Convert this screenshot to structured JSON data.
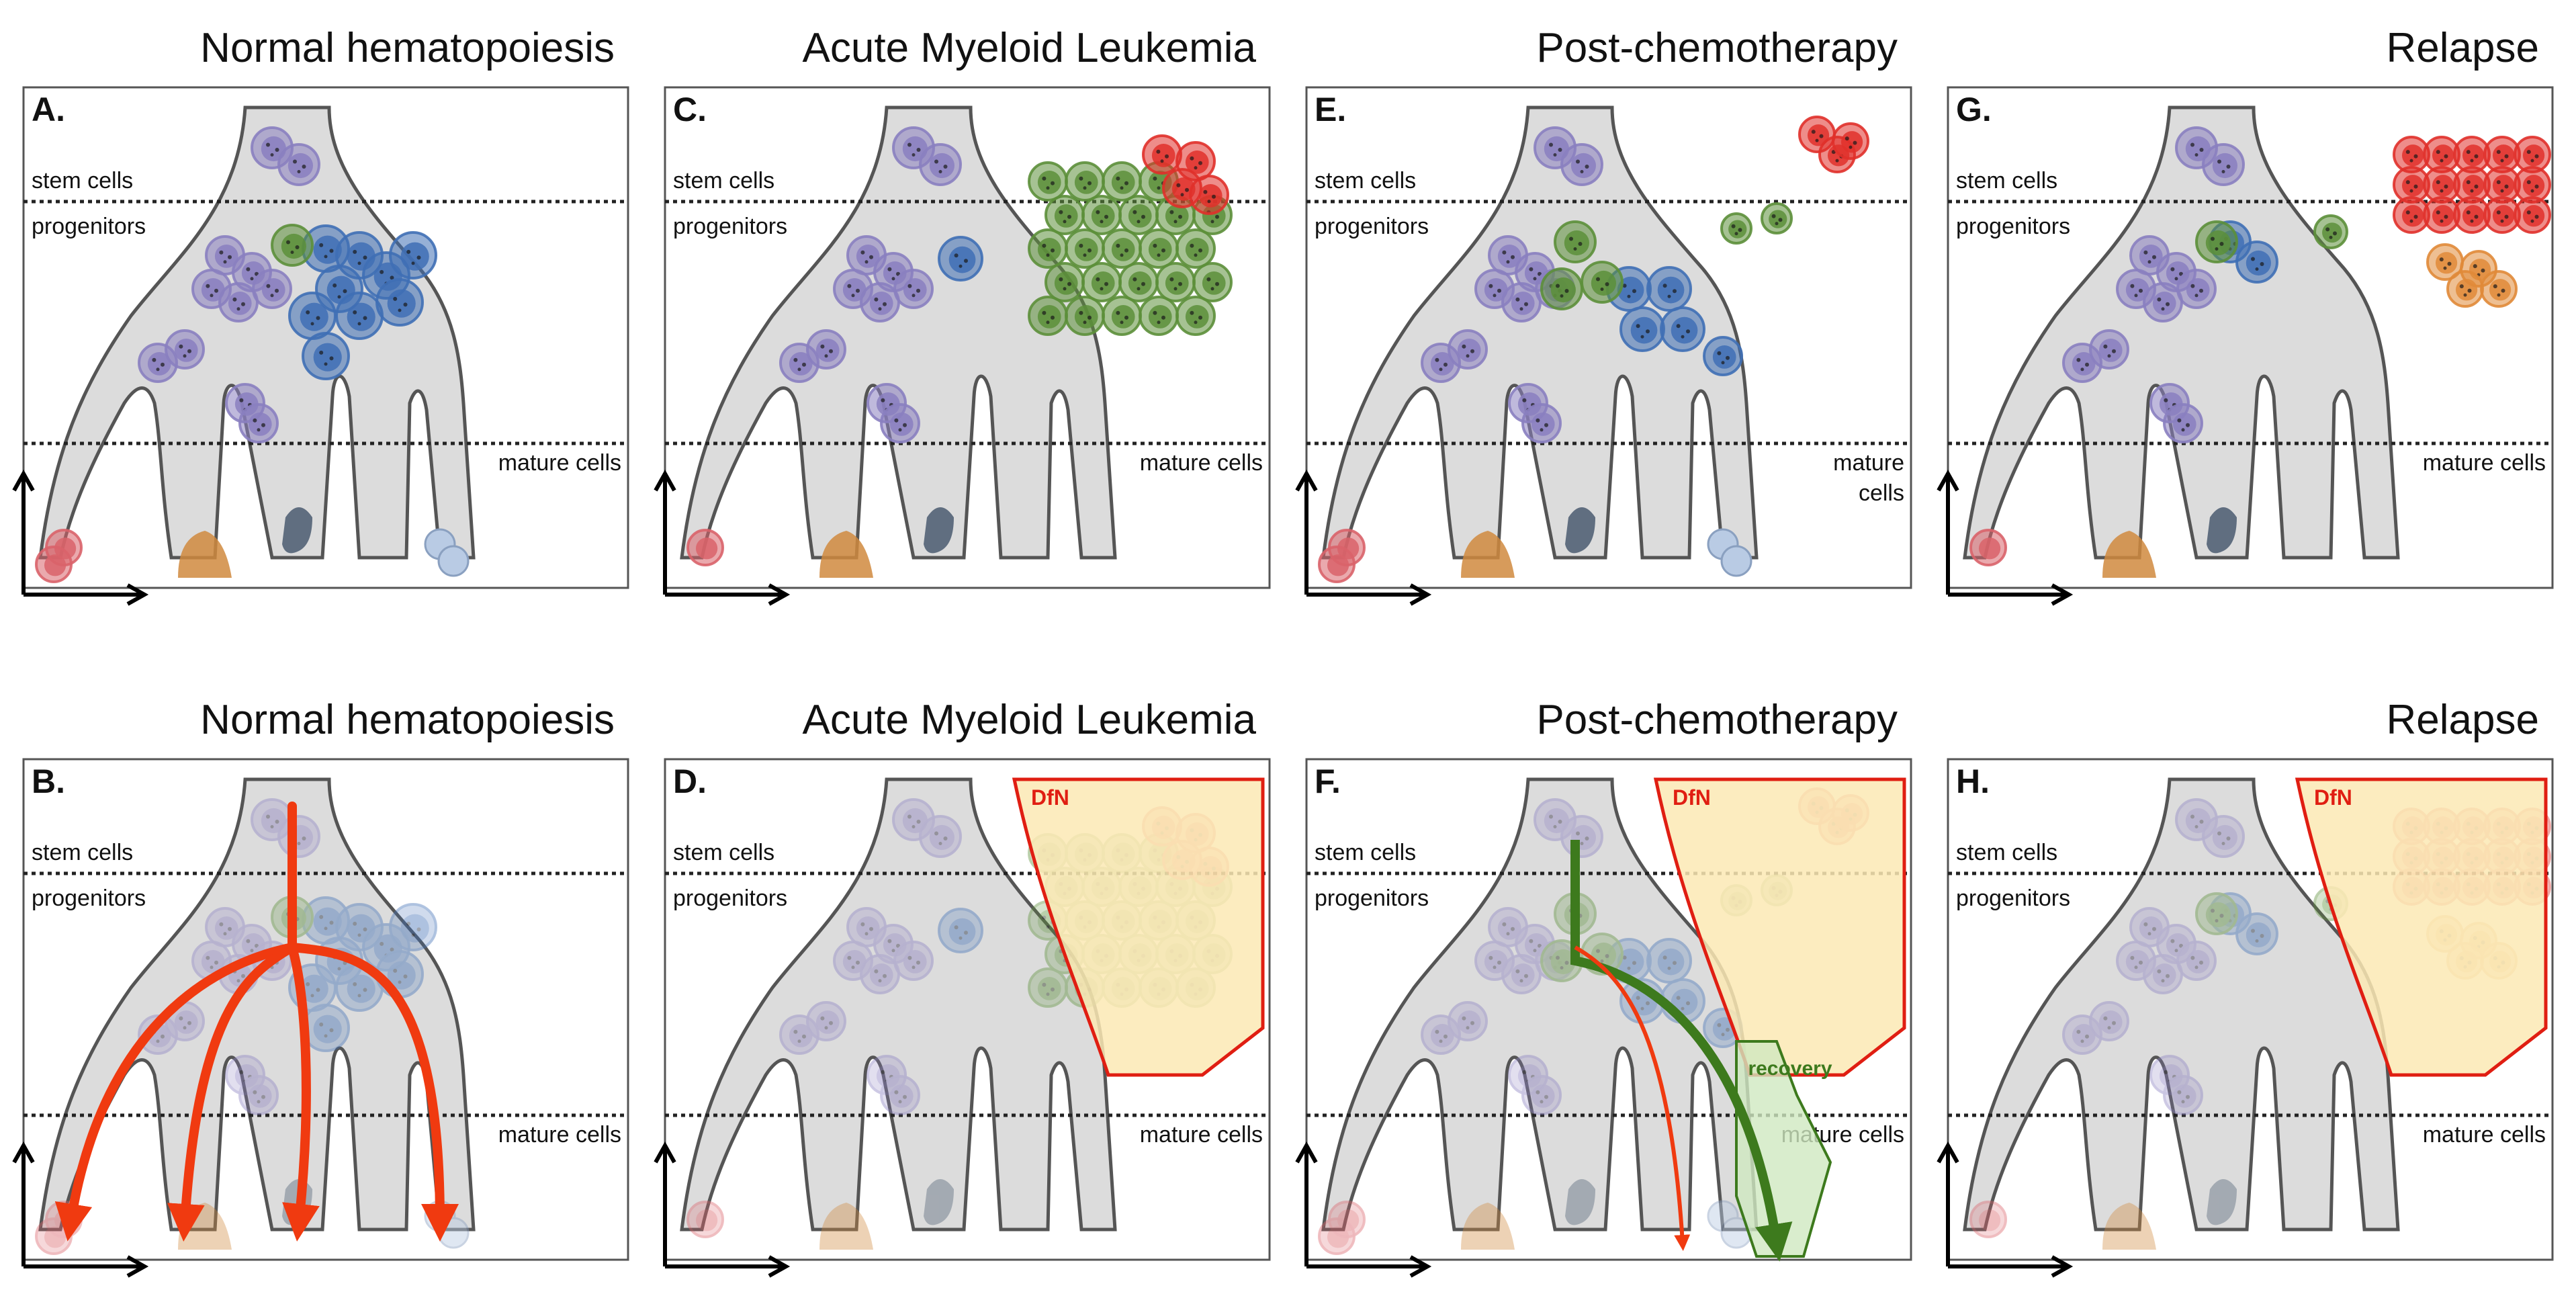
{
  "labels": {
    "stem_cells": "stem cells",
    "progenitors": "progenitors",
    "mature_cells": "mature cells",
    "mature_cells_split": [
      "mature",
      "cells"
    ],
    "dfn": "DfN",
    "recovery": "recovery"
  },
  "panels": [
    {
      "letter": "A.",
      "title": "Normal hematopoiesis",
      "row": 0,
      "col": 0,
      "state": "normal",
      "overlay": "none",
      "faded": false
    },
    {
      "letter": "C.",
      "title": "Acute Myeloid Leukemia",
      "row": 0,
      "col": 1,
      "state": "aml",
      "overlay": "none",
      "faded": false
    },
    {
      "letter": "E.",
      "title": "Post-chemotherapy",
      "row": 0,
      "col": 2,
      "state": "post",
      "overlay": "none",
      "faded": false
    },
    {
      "letter": "G.",
      "title": "Relapse",
      "row": 0,
      "col": 3,
      "state": "relapse",
      "overlay": "none",
      "faded": false
    },
    {
      "letter": "B.",
      "title": "Normal hematopoiesis",
      "row": 1,
      "col": 0,
      "state": "normal",
      "overlay": "arrows",
      "faded": true
    },
    {
      "letter": "D.",
      "title": "Acute Myeloid Leukemia",
      "row": 1,
      "col": 1,
      "state": "aml",
      "overlay": "dfn",
      "faded": true
    },
    {
      "letter": "F.",
      "title": "Post-chemotherapy",
      "row": 1,
      "col": 2,
      "state": "post",
      "overlay": "dfn_recovery",
      "faded": true
    },
    {
      "letter": "H.",
      "title": "Relapse",
      "row": 1,
      "col": 3,
      "state": "relapse",
      "overlay": "dfn",
      "faded": true
    }
  ],
  "colors": {
    "tree_fill": "#dcdcdc",
    "tree_stroke": "#555555",
    "stem_purple": "#8a7fc0",
    "progenitor_blue": "#3f6fb5",
    "progenitor_green": "#5c8f3a",
    "leukemic_red": "#e0302a",
    "relapse_orange": "#e08a38",
    "erythrocyte": "#d9636a",
    "megakaryocyte": "#d08a3e",
    "granulocyte": "#4a5a70",
    "neutrophil_light": "#b9cbe4",
    "arrow_red": "#f03a10",
    "dfn_fill": "#fbe9b4",
    "dfn_stroke": "#e01e12",
    "recovery_fill": "#cfe8c0",
    "recovery_stroke": "#3d7a1d"
  }
}
